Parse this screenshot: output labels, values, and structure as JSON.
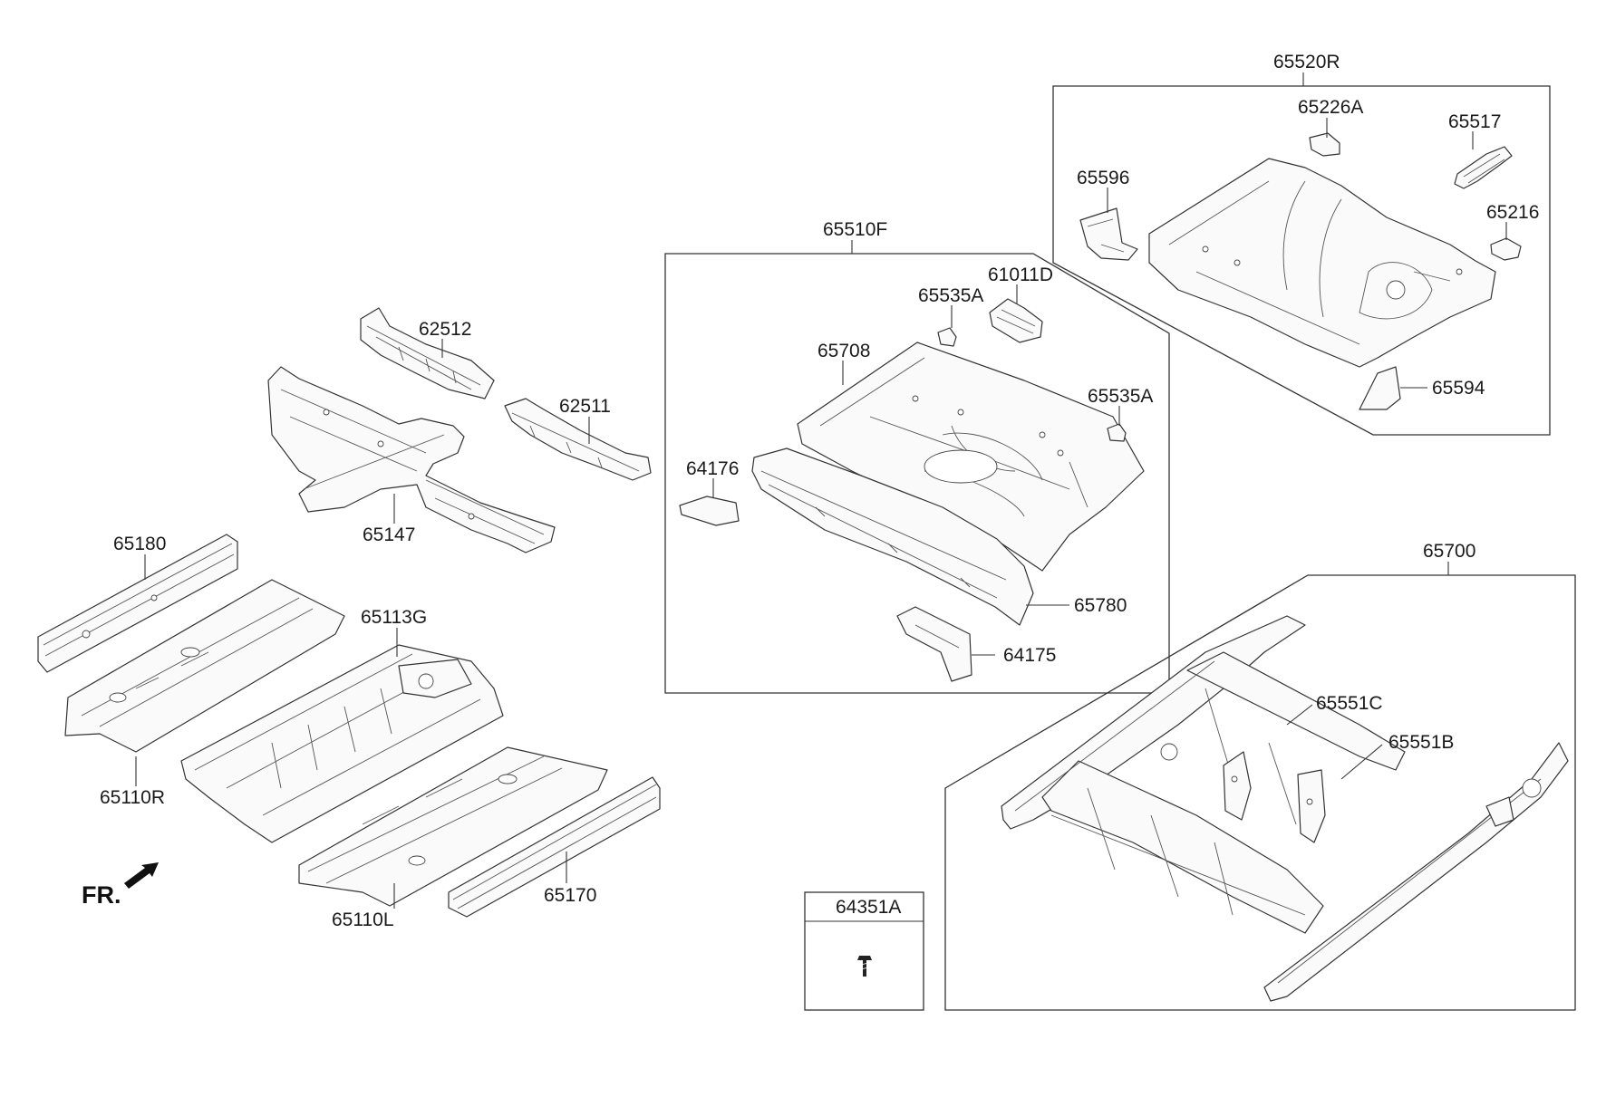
{
  "groups": {
    "rear_floor_group": "65510F",
    "rear_floor_upper": "65520R",
    "crossmember": "65700",
    "bolt_box": "64351A"
  },
  "parts": {
    "p62512": "62512",
    "p62511": "62511",
    "p65147": "65147",
    "p65180": "65180",
    "p65113G": "65113G",
    "p65110R": "65110R",
    "p65110L": "65110L",
    "p65170": "65170",
    "p65535A_1": "65535A",
    "p61011D": "61011D",
    "p65708": "65708",
    "p65535A_2": "65535A",
    "p64176": "64176",
    "p65780": "65780",
    "p64175": "64175",
    "p65226A": "65226A",
    "p65517": "65517",
    "p65596": "65596",
    "p65216": "65216",
    "p65594": "65594",
    "p65551C": "65551C",
    "p65551B": "65551B"
  },
  "direction_marker": "FR."
}
